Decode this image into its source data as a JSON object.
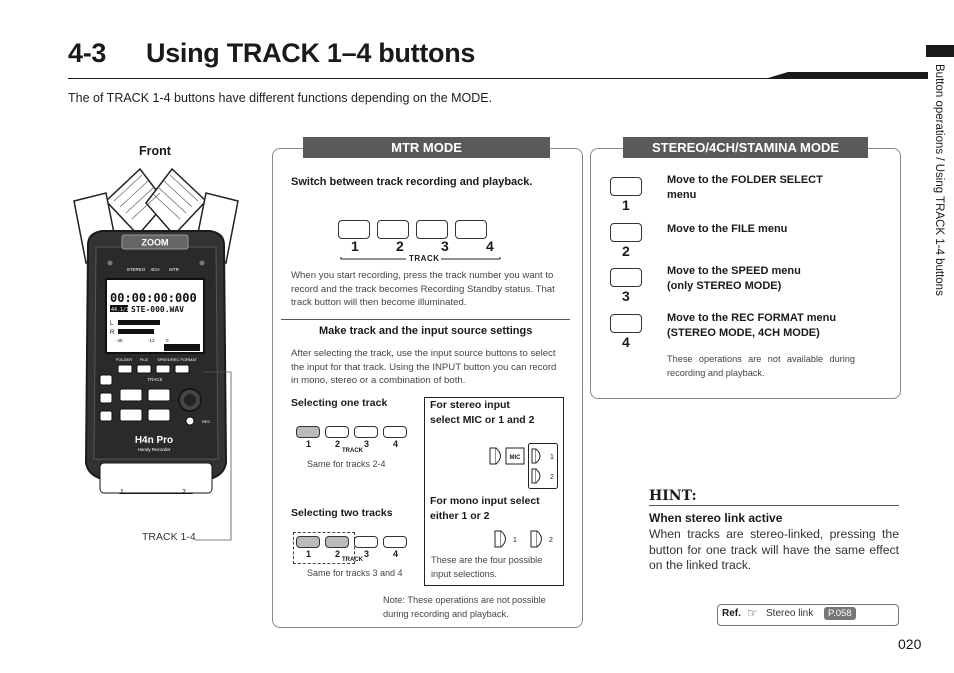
{
  "header": {
    "section_number": "4-3",
    "title": "Using TRACK 1–4 buttons",
    "intro": "The of TRACK 1-4 buttons have different functions depending on the MODE."
  },
  "side": {
    "tab_text": "Button operations / Using TRACK 1-4 buttons",
    "page_number": "020"
  },
  "device": {
    "front_label": "Front",
    "callout_label": "TRACK 1-4",
    "screen": {
      "modes": [
        "STEREO",
        "4CH",
        "MTR"
      ],
      "time": "00:00:00:000",
      "format": "44.1/16",
      "file": "STE-000.WAV",
      "meter_labels": [
        "L",
        "R",
        "-48",
        "-12",
        "0"
      ],
      "menu": [
        "FOLDER",
        "FILE",
        "SPEED",
        "REC FORMAT"
      ]
    },
    "logo": "H4n Pro",
    "subtitle": "Handy Recorder",
    "brand": "ZOOM",
    "track_label": "TRACK",
    "rec_label": "REC",
    "input_labels": [
      "1",
      "2"
    ]
  },
  "mtr": {
    "heading": "MTR MODE",
    "sub1": "Switch between track recording and playback.",
    "track_numbers": [
      "1",
      "2",
      "3",
      "4"
    ],
    "track_label": "TRACK",
    "body1": "When you start recording, press the track number you want to record and the track becomes Recording Standby status. That track button will then become illuminated.",
    "sub2": "Make track and the input source settings",
    "body2": "After selecting the track, use the input source buttons to select the input for that track. Using the INPUT button you can record in mono, stereo or a combination of both.",
    "one_track": {
      "label": "Selecting one track",
      "note": "Same for tracks 2-4"
    },
    "two_tracks": {
      "label": "Selecting two tracks",
      "note": "Same for tracks 3 and 4"
    },
    "stereo_input": "For stereo input select MIC or 1 and 2",
    "mono_input": "For mono input select either 1 or 2",
    "four_selections": "These are the four possible input selections.",
    "mic_label": "MIC",
    "input_labels": [
      "1",
      "2"
    ],
    "note": "Note: These operations are not possible during recording and playback."
  },
  "stereo": {
    "heading": "STEREO/4CH/STAMINA MODE",
    "items": [
      {
        "number": "1",
        "text": "Move to the FOLDER SELECT menu"
      },
      {
        "number": "2",
        "text": "Move to the FILE menu"
      },
      {
        "number": "3",
        "text": "Move to the SPEED menu (only STEREO MODE)"
      },
      {
        "number": "4",
        "text": "Move to the REC FORMAT menu (STEREO MODE, 4CH MODE)"
      }
    ],
    "note": "These operations are not available during recording and playback."
  },
  "hint": {
    "title": "HINT:",
    "subtitle": "When stereo link active",
    "body": "When tracks are stereo-linked, pressing the button for one track will have the same effect on the linked track."
  },
  "ref": {
    "label": "Ref.",
    "text": "Stereo link",
    "page": "P.058"
  }
}
